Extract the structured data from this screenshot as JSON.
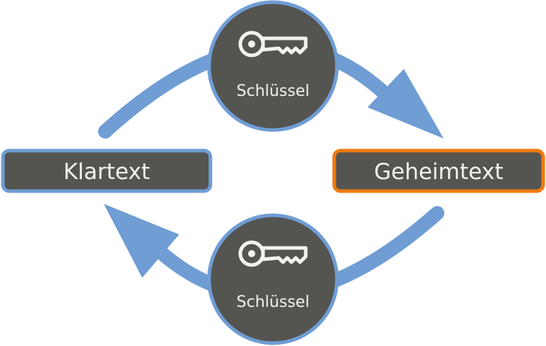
{
  "nodes": {
    "plaintext": {
      "label": "Klartext"
    },
    "ciphertext": {
      "label": "Geheimtext"
    }
  },
  "keys": {
    "top": {
      "label": "Schlüssel",
      "icon": "key-icon"
    },
    "bottom": {
      "label": "Schlüssel",
      "icon": "key-icon"
    }
  },
  "colors": {
    "arrow": "#6f9dd4",
    "box_fill": "#545451",
    "plaintext_border": "#6f9dd4",
    "ciphertext_border": "#f07a0f",
    "circle_fill": "#545451",
    "circle_border": "#6f9dd4",
    "text": "#f2f2ee"
  }
}
